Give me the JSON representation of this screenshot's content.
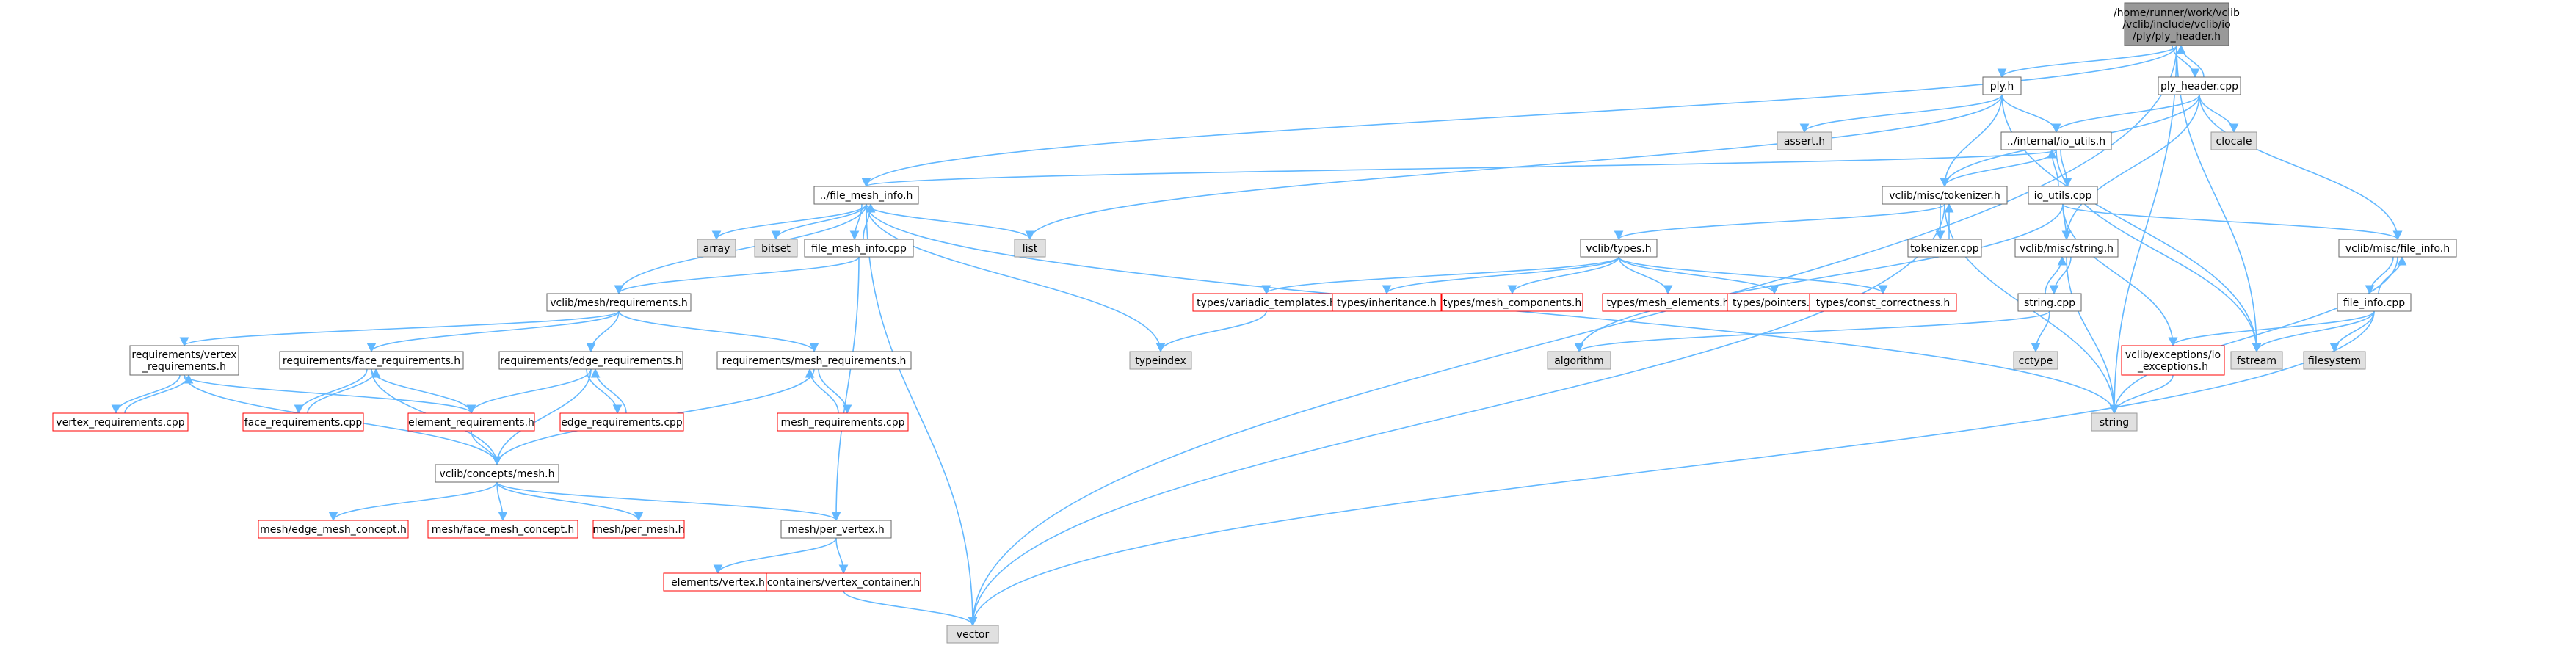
{
  "graph": {
    "title": "",
    "colors": {
      "edge": "#63b8ff",
      "normal_fill": "#ffffff",
      "normal_border": "#666666",
      "system_fill": "#e0e0e0",
      "system_border": "#999999",
      "missing_border": "#ff0000",
      "root_fill": "#999999"
    },
    "nodes": [
      {
        "id": "root",
        "kind": "root",
        "lines": [
          "/home/runner/work/vclib",
          "/vclib/include/vclib/io",
          "/ply/ply_header.h"
        ]
      },
      {
        "id": "ply_h",
        "kind": "normal",
        "lines": [
          "ply.h"
        ]
      },
      {
        "id": "ply_header_cpp",
        "kind": "normal",
        "lines": [
          "ply_header.cpp"
        ]
      },
      {
        "id": "assert_h",
        "kind": "sys",
        "lines": [
          "assert.h"
        ]
      },
      {
        "id": "clocale",
        "kind": "sys",
        "lines": [
          "clocale"
        ]
      },
      {
        "id": "internal_io_utils",
        "kind": "normal",
        "lines": [
          "../internal/io_utils.h"
        ]
      },
      {
        "id": "file_mesh_info_h",
        "kind": "normal",
        "lines": [
          "../file_mesh_info.h"
        ]
      },
      {
        "id": "tokenizer_h",
        "kind": "normal",
        "lines": [
          "vclib/misc/tokenizer.h"
        ]
      },
      {
        "id": "io_utils_cpp",
        "kind": "normal",
        "lines": [
          "io_utils.cpp"
        ]
      },
      {
        "id": "array",
        "kind": "sys",
        "lines": [
          "array"
        ]
      },
      {
        "id": "bitset",
        "kind": "sys",
        "lines": [
          "bitset"
        ]
      },
      {
        "id": "file_mesh_info_cpp",
        "kind": "normal",
        "lines": [
          "file_mesh_info.cpp"
        ]
      },
      {
        "id": "list",
        "kind": "sys",
        "lines": [
          "list"
        ]
      },
      {
        "id": "tokenizer_cpp",
        "kind": "normal",
        "lines": [
          "tokenizer.cpp"
        ]
      },
      {
        "id": "vclib_types_h",
        "kind": "normal",
        "lines": [
          "vclib/types.h"
        ]
      },
      {
        "id": "misc_string_h",
        "kind": "normal",
        "lines": [
          "vclib/misc/string.h"
        ]
      },
      {
        "id": "misc_file_info_h",
        "kind": "normal",
        "lines": [
          "vclib/misc/file_info.h"
        ]
      },
      {
        "id": "mesh_requirements_h",
        "kind": "normal",
        "lines": [
          "vclib/mesh/requirements.h"
        ]
      },
      {
        "id": "variadic_templates",
        "kind": "missing",
        "lines": [
          "types/variadic_templates.h"
        ]
      },
      {
        "id": "inheritance",
        "kind": "missing",
        "lines": [
          "types/inheritance.h"
        ]
      },
      {
        "id": "mesh_components",
        "kind": "missing",
        "lines": [
          "types/mesh_components.h"
        ]
      },
      {
        "id": "mesh_elements",
        "kind": "missing",
        "lines": [
          "types/mesh_elements.h"
        ]
      },
      {
        "id": "pointers",
        "kind": "missing",
        "lines": [
          "types/pointers.h"
        ]
      },
      {
        "id": "const_correctness",
        "kind": "missing",
        "lines": [
          "types/const_correctness.h"
        ]
      },
      {
        "id": "string_cpp",
        "kind": "normal",
        "lines": [
          "string.cpp"
        ]
      },
      {
        "id": "file_info_cpp",
        "kind": "normal",
        "lines": [
          "file_info.cpp"
        ]
      },
      {
        "id": "vertex_requirements_h",
        "kind": "normal",
        "lines": [
          "requirements/vertex",
          "_requirements.h"
        ]
      },
      {
        "id": "face_requirements_h",
        "kind": "normal",
        "lines": [
          "requirements/face_requirements.h"
        ]
      },
      {
        "id": "edge_requirements_h",
        "kind": "normal",
        "lines": [
          "requirements/edge_requirements.h"
        ]
      },
      {
        "id": "mesh_requirements2_h",
        "kind": "normal",
        "lines": [
          "requirements/mesh_requirements.h"
        ]
      },
      {
        "id": "typeindex",
        "kind": "sys",
        "lines": [
          "typeindex"
        ]
      },
      {
        "id": "algorithm",
        "kind": "sys",
        "lines": [
          "algorithm"
        ]
      },
      {
        "id": "cctype",
        "kind": "sys",
        "lines": [
          "cctype"
        ]
      },
      {
        "id": "io_exceptions",
        "kind": "missing",
        "lines": [
          "vclib/exceptions/io",
          "_exceptions.h"
        ]
      },
      {
        "id": "fstream",
        "kind": "sys",
        "lines": [
          "fstream"
        ]
      },
      {
        "id": "filesystem",
        "kind": "sys",
        "lines": [
          "filesystem"
        ]
      },
      {
        "id": "vertex_requirements_cpp",
        "kind": "missing",
        "lines": [
          "vertex_requirements.cpp"
        ]
      },
      {
        "id": "face_requirements_cpp",
        "kind": "missing",
        "lines": [
          "face_requirements.cpp"
        ]
      },
      {
        "id": "element_requirements_h",
        "kind": "missing",
        "lines": [
          "element_requirements.h"
        ]
      },
      {
        "id": "edge_requirements_cpp",
        "kind": "missing",
        "lines": [
          "edge_requirements.cpp"
        ]
      },
      {
        "id": "mesh_requirements_cpp",
        "kind": "missing",
        "lines": [
          "mesh_requirements.cpp"
        ]
      },
      {
        "id": "string",
        "kind": "sys",
        "lines": [
          "string"
        ]
      },
      {
        "id": "concepts_mesh_h",
        "kind": "normal",
        "lines": [
          "vclib/concepts/mesh.h"
        ]
      },
      {
        "id": "edge_mesh_concept",
        "kind": "missing",
        "lines": [
          "mesh/edge_mesh_concept.h"
        ]
      },
      {
        "id": "face_mesh_concept",
        "kind": "missing",
        "lines": [
          "mesh/face_mesh_concept.h"
        ]
      },
      {
        "id": "per_mesh",
        "kind": "missing",
        "lines": [
          "mesh/per_mesh.h"
        ]
      },
      {
        "id": "per_vertex",
        "kind": "normal",
        "lines": [
          "mesh/per_vertex.h"
        ]
      },
      {
        "id": "elements_vertex",
        "kind": "missing",
        "lines": [
          "elements/vertex.h"
        ]
      },
      {
        "id": "vertex_container",
        "kind": "missing",
        "lines": [
          "containers/vertex_container.h"
        ]
      },
      {
        "id": "vector",
        "kind": "sys",
        "lines": [
          "vector"
        ]
      }
    ],
    "edges": [
      [
        "root",
        "ply_h"
      ],
      [
        "root",
        "ply_header_cpp"
      ],
      [
        "root",
        "file_mesh_info_h"
      ],
      [
        "root",
        "fstream"
      ],
      [
        "root",
        "string"
      ],
      [
        "root",
        "vector"
      ],
      [
        "ply_header_cpp",
        "root"
      ],
      [
        "ply_header_cpp",
        "clocale"
      ],
      [
        "ply_header_cpp",
        "internal_io_utils"
      ],
      [
        "ply_header_cpp",
        "tokenizer_h"
      ],
      [
        "ply_header_cpp",
        "misc_string_h"
      ],
      [
        "ply_header_cpp",
        "misc_file_info_h"
      ],
      [
        "ply_h",
        "assert_h"
      ],
      [
        "ply_h",
        "internal_io_utils"
      ],
      [
        "ply_h",
        "tokenizer_h"
      ],
      [
        "ply_h",
        "list"
      ],
      [
        "ply_h",
        "fstream"
      ],
      [
        "internal_io_utils",
        "file_mesh_info_h"
      ],
      [
        "internal_io_utils",
        "tokenizer_h"
      ],
      [
        "internal_io_utils",
        "io_utils_cpp"
      ],
      [
        "internal_io_utils",
        "fstream"
      ],
      [
        "io_utils_cpp",
        "internal_io_utils"
      ],
      [
        "io_utils_cpp",
        "misc_string_h"
      ],
      [
        "io_utils_cpp",
        "misc_file_info_h"
      ],
      [
        "io_utils_cpp",
        "io_exceptions"
      ],
      [
        "io_utils_cpp",
        "algorithm"
      ],
      [
        "file_mesh_info_h",
        "array"
      ],
      [
        "file_mesh_info_h",
        "bitset"
      ],
      [
        "file_mesh_info_h",
        "file_mesh_info_cpp"
      ],
      [
        "file_mesh_info_h",
        "list"
      ],
      [
        "file_mesh_info_h",
        "mesh_requirements_h"
      ],
      [
        "file_mesh_info_h",
        "typeindex"
      ],
      [
        "file_mesh_info_h",
        "string"
      ],
      [
        "file_mesh_info_h",
        "vector"
      ],
      [
        "file_mesh_info_cpp",
        "file_mesh_info_h"
      ],
      [
        "file_mesh_info_cpp",
        "mesh_requirements_h"
      ],
      [
        "file_mesh_info_cpp",
        "per_vertex"
      ],
      [
        "tokenizer_h",
        "tokenizer_cpp"
      ],
      [
        "tokenizer_h",
        "vclib_types_h"
      ],
      [
        "tokenizer_h",
        "string"
      ],
      [
        "tokenizer_h",
        "vector"
      ],
      [
        "tokenizer_cpp",
        "tokenizer_h"
      ],
      [
        "vclib_types_h",
        "variadic_templates"
      ],
      [
        "vclib_types_h",
        "inheritance"
      ],
      [
        "vclib_types_h",
        "mesh_components"
      ],
      [
        "vclib_types_h",
        "mesh_elements"
      ],
      [
        "vclib_types_h",
        "pointers"
      ],
      [
        "vclib_types_h",
        "const_correctness"
      ],
      [
        "variadic_templates",
        "typeindex"
      ],
      [
        "misc_string_h",
        "string_cpp"
      ],
      [
        "misc_string_h",
        "string"
      ],
      [
        "string_cpp",
        "misc_string_h"
      ],
      [
        "string_cpp",
        "algorithm"
      ],
      [
        "string_cpp",
        "cctype"
      ],
      [
        "misc_file_info_h",
        "file_info_cpp"
      ],
      [
        "misc_file_info_h",
        "string"
      ],
      [
        "file_info_cpp",
        "misc_file_info_h"
      ],
      [
        "file_info_cpp",
        "io_exceptions"
      ],
      [
        "file_info_cpp",
        "fstream"
      ],
      [
        "file_info_cpp",
        "filesystem"
      ],
      [
        "file_info_cpp",
        "vector"
      ],
      [
        "io_exceptions",
        "string"
      ],
      [
        "mesh_requirements_h",
        "vertex_requirements_h"
      ],
      [
        "mesh_requirements_h",
        "face_requirements_h"
      ],
      [
        "mesh_requirements_h",
        "edge_requirements_h"
      ],
      [
        "mesh_requirements_h",
        "mesh_requirements2_h"
      ],
      [
        "vertex_requirements_h",
        "vertex_requirements_cpp"
      ],
      [
        "vertex_requirements_h",
        "element_requirements_h"
      ],
      [
        "vertex_requirements_h",
        "concepts_mesh_h"
      ],
      [
        "vertex_requirements_cpp",
        "vertex_requirements_h"
      ],
      [
        "face_requirements_h",
        "face_requirements_cpp"
      ],
      [
        "face_requirements_h",
        "element_requirements_h"
      ],
      [
        "face_requirements_h",
        "concepts_mesh_h"
      ],
      [
        "face_requirements_cpp",
        "face_requirements_h"
      ],
      [
        "edge_requirements_h",
        "element_requirements_h"
      ],
      [
        "edge_requirements_h",
        "edge_requirements_cpp"
      ],
      [
        "edge_requirements_h",
        "concepts_mesh_h"
      ],
      [
        "edge_requirements_cpp",
        "edge_requirements_h"
      ],
      [
        "mesh_requirements2_h",
        "mesh_requirements_cpp"
      ],
      [
        "mesh_requirements2_h",
        "concepts_mesh_h"
      ],
      [
        "mesh_requirements_cpp",
        "mesh_requirements2_h"
      ],
      [
        "element_requirements_h",
        "concepts_mesh_h"
      ],
      [
        "concepts_mesh_h",
        "edge_mesh_concept"
      ],
      [
        "concepts_mesh_h",
        "face_mesh_concept"
      ],
      [
        "concepts_mesh_h",
        "per_mesh"
      ],
      [
        "concepts_mesh_h",
        "per_vertex"
      ],
      [
        "per_vertex",
        "elements_vertex"
      ],
      [
        "per_vertex",
        "vertex_container"
      ],
      [
        "vertex_container",
        "vector"
      ]
    ]
  }
}
